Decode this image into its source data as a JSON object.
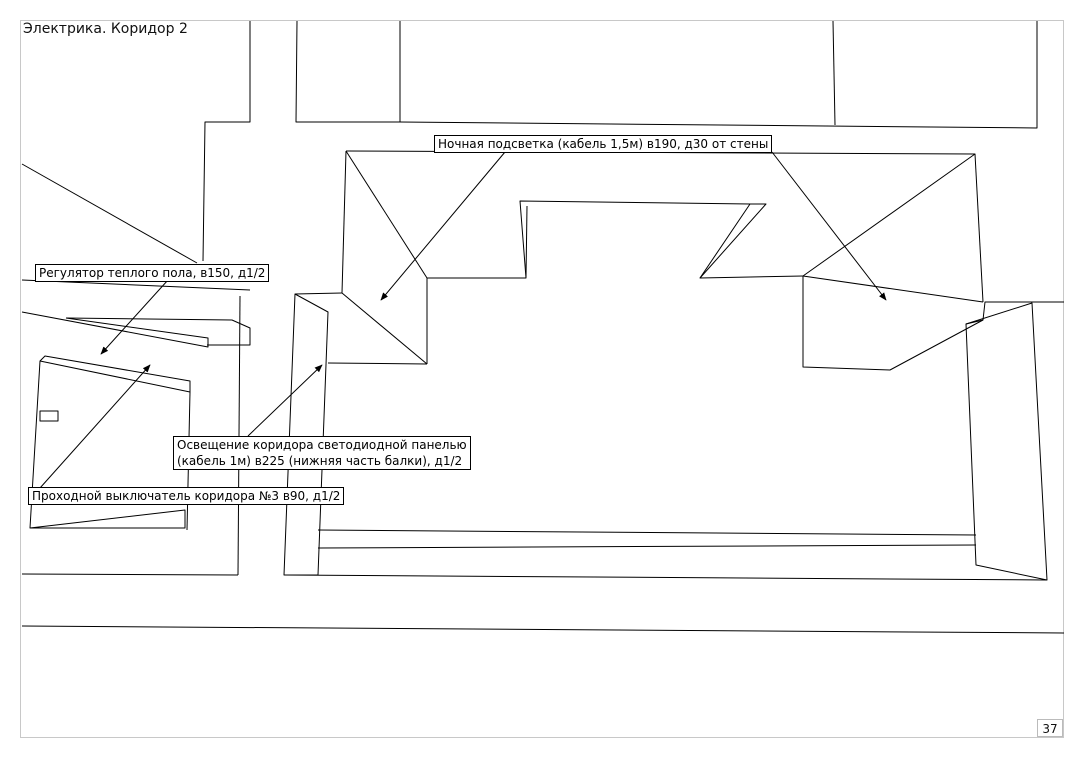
{
  "sheet": {
    "title": "Электрика. Коридор 2",
    "page_number": "37"
  },
  "callouts": {
    "night_light": "Ночная подсветка (кабель 1,5м) в190, д30 от стены",
    "floor_heating_regulator": "Регулятор теплого пола, в150, д1/2",
    "corridor_led_panel": "Освещение коридора светодиодной панелью\n(кабель 1м) в225 (нижняя часть балки), д1/2",
    "pass_through_switch": "Проходной выключатель коридора №3 в90, д1/2"
  },
  "colors": {
    "line": "#000000",
    "frame": "#c8c8c8"
  }
}
